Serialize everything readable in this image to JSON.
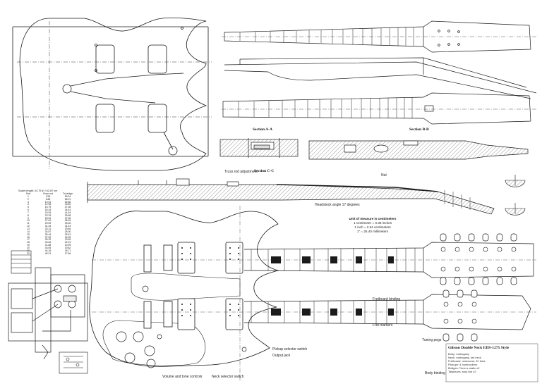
{
  "sections": {
    "aa": "Section A-A",
    "bb": "Section B-B",
    "cc": "Section C-C"
  },
  "units_note": {
    "title": "Unit of measure is centimeters",
    "line1": "1 centimeter = 0.39 inches",
    "line2": "1 inch = 2.54 centimeters",
    "line3": "1\" = 25.40 millimeters"
  },
  "title_block": {
    "title": "Gibson Double Neck EDS-1275 Style"
  },
  "fret_table": {
    "title": "Scale length: 24.75 in / 62.87 cm",
    "columns": [
      "Fret",
      "From nut",
      "To bridge"
    ],
    "rows": [
      [
        "1",
        "3.53",
        "59.34"
      ],
      [
        "2",
        "6.86",
        "56.01"
      ],
      [
        "3",
        "10.01",
        "52.86"
      ],
      [
        "4",
        "12.98",
        "49.89"
      ],
      [
        "5",
        "15.79",
        "47.08"
      ],
      [
        "6",
        "18.43",
        "44.44"
      ],
      [
        "7",
        "20.93",
        "41.94"
      ],
      [
        "8",
        "23.29",
        "39.58"
      ],
      [
        "9",
        "25.51",
        "37.36"
      ],
      [
        "10",
        "27.61",
        "35.26"
      ],
      [
        "11",
        "29.59",
        "33.28"
      ],
      [
        "12",
        "31.44",
        "31.43"
      ],
      [
        "13",
        "33.21",
        "29.66"
      ],
      [
        "14",
        "34.87",
        "28.00"
      ],
      [
        "15",
        "36.44",
        "26.43"
      ],
      [
        "16",
        "37.92",
        "24.95"
      ],
      [
        "17",
        "39.32",
        "23.55"
      ],
      [
        "18",
        "40.64",
        "22.23"
      ],
      [
        "19",
        "41.88",
        "20.99"
      ],
      [
        "20",
        "43.05",
        "19.82"
      ],
      [
        "21",
        "44.16",
        "18.71"
      ],
      [
        "22",
        "45.21",
        "17.66"
      ]
    ]
  },
  "annotations": {
    "truss_rod": "Truss rod adjustment",
    "headstock_angle": "Headstock angle 17 degrees",
    "nut": "Nut",
    "fretboard_binding": "Fretboard binding",
    "fret_markers": "Fret markers",
    "tuning_pegs": "Tuning pegs",
    "pickup_selector": "Pickup selector switch",
    "jack": "Output jack",
    "controls": "Volume and tone controls",
    "neck_selector": "Neck selector switch",
    "body_binding": "Body binding",
    "notes": [
      "Body: mahogany",
      "Neck: mahogany, set neck",
      "Fretboard: rosewood, 22 frets",
      "Pickups: 4 humbuckers",
      "Bridges: Tune-o-matic x2",
      "Tailpieces: stop bar x2"
    ]
  },
  "colors": {
    "line": "#1a1a1a",
    "hatch": "#555555",
    "centerline": "#333333",
    "paper": "#ffffff"
  }
}
